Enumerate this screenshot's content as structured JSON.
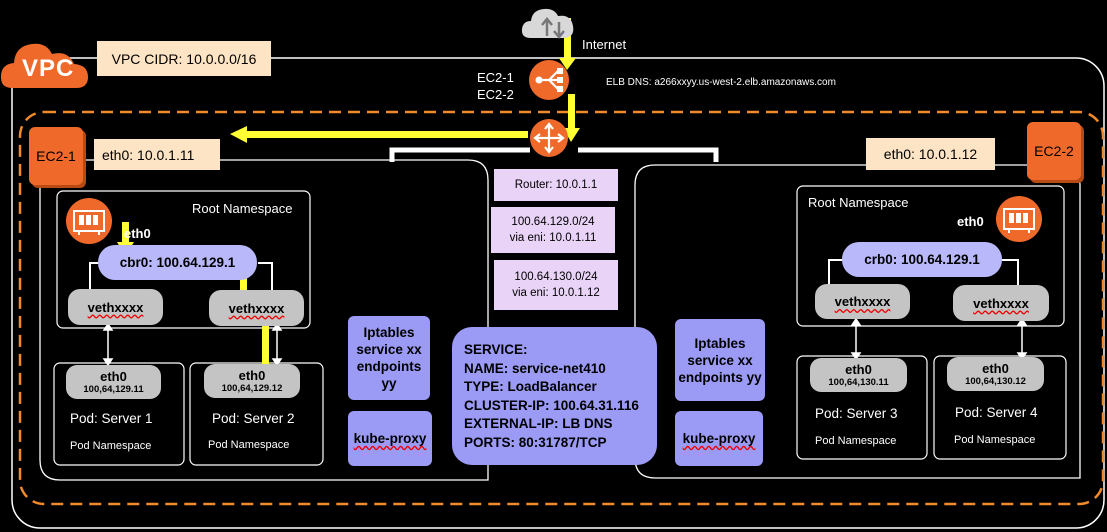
{
  "vpc": {
    "logo": "VPC",
    "cidr": "VPC CIDR: 10.0.0.0/16"
  },
  "internet": {
    "label": "Internet"
  },
  "elb": {
    "names": [
      "EC2-1",
      "EC2-2"
    ],
    "dns": "ELB DNS: a266xxyy.us-west-2.elb.amazonaws.com"
  },
  "router": {
    "label": "Router: 10.0.1.1",
    "routes": [
      [
        "100.64.129.0/24",
        "via eni: 10.0.1.11"
      ],
      [
        "100.64.130.0/24",
        "via eni: 10.0.1.12"
      ]
    ]
  },
  "node1": {
    "tag": "EC2-1",
    "eth0": "eth0: 10.0.1.11",
    "root_ns": "Root Namespace",
    "nic_label": "eth0",
    "bridge": "cbr0: 100.64.129.1",
    "veths": [
      "vethxxxx",
      "vethxxxx"
    ],
    "pods": [
      {
        "eth": "eth0",
        "ip": "100,64,129.11",
        "name": "Pod: Server 1",
        "ns": "Pod Namespace"
      },
      {
        "eth": "eth0",
        "ip": "100,64,129.12",
        "name": "Pod: Server 2",
        "ns": "Pod Namespace"
      }
    ],
    "iptables": [
      "Iptables",
      "service xx",
      "endpoints yy"
    ],
    "kube_proxy": "kube-proxy"
  },
  "node2": {
    "tag": "EC2-2",
    "eth0": "eth0: 10.0.1.12",
    "root_ns": "Root Namespace",
    "nic_label": "eth0",
    "bridge": "crb0: 100.64.129.1",
    "veths": [
      "vethxxxx",
      "vethxxxx"
    ],
    "pods": [
      {
        "eth": "eth0",
        "ip": "100,64,130.11",
        "name": "Pod: Server 3",
        "ns": "Pod Namespace"
      },
      {
        "eth": "eth0",
        "ip": "100,64,130.12",
        "name": "Pod: Server 4",
        "ns": "Pod Namespace"
      }
    ],
    "iptables": [
      "Iptables",
      "service xx",
      "endpoints yy"
    ],
    "kube_proxy": "kube-proxy"
  },
  "service": {
    "lines": [
      "SERVICE:",
      "NAME: service-net410",
      "TYPE: LoadBalancer",
      "CLUSTER-IP: 100.64.31.116",
      "EXTERNAL-IP: LB DNS",
      "PORTS: 80:31787/TCP"
    ]
  },
  "colors": {
    "aws_orange": "#ef6a2a",
    "flow_yellow": "#ffff33",
    "service_purple": "#9b9bf6",
    "route_lavender": "#e9d3f7",
    "cidr_peach": "#fde4c4"
  }
}
